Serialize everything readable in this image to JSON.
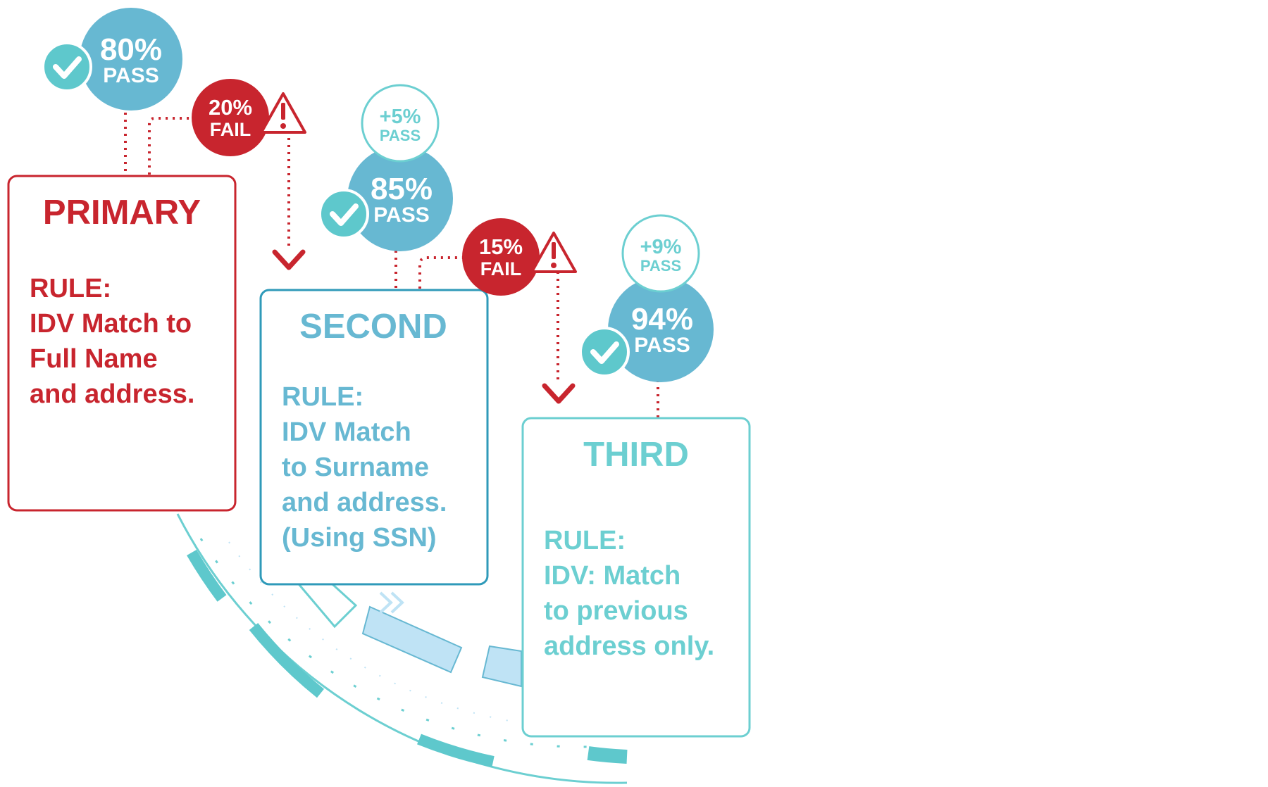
{
  "colors": {
    "red": "#c8252e",
    "blue": "#67b8d2",
    "dark_blue": "#2f9ab9",
    "teal": "#5ec8cc",
    "light_teal": "#6ccfd1",
    "pale_blue": "#bfe3f5"
  },
  "stages": [
    {
      "title": "PRIMARY",
      "rule_label": "RULE:",
      "rule_lines": [
        "IDV Match to",
        "Full Name",
        "and address."
      ],
      "pass_percent": "80%",
      "pass_label": "PASS",
      "fail_percent": "20%",
      "fail_label": "FAIL"
    },
    {
      "title": "SECOND",
      "rule_label": "RULE:",
      "rule_lines": [
        "IDV Match",
        "to Surname",
        "and address.",
        "(Using SSN)"
      ],
      "gain_percent": "+5%",
      "gain_label": "PASS",
      "pass_percent": "85%",
      "pass_label": "PASS",
      "fail_percent": "15%",
      "fail_label": "FAIL"
    },
    {
      "title": "THIRD",
      "rule_label": "RULE:",
      "rule_lines": [
        "IDV: Match",
        "to previous",
        "address only."
      ],
      "gain_percent": "+9%",
      "gain_label": "PASS",
      "pass_percent": "94%",
      "pass_label": "PASS"
    }
  ],
  "icons": {
    "check": "check-icon",
    "warning": "warning-icon",
    "arrow": "arrow-down-icon"
  }
}
